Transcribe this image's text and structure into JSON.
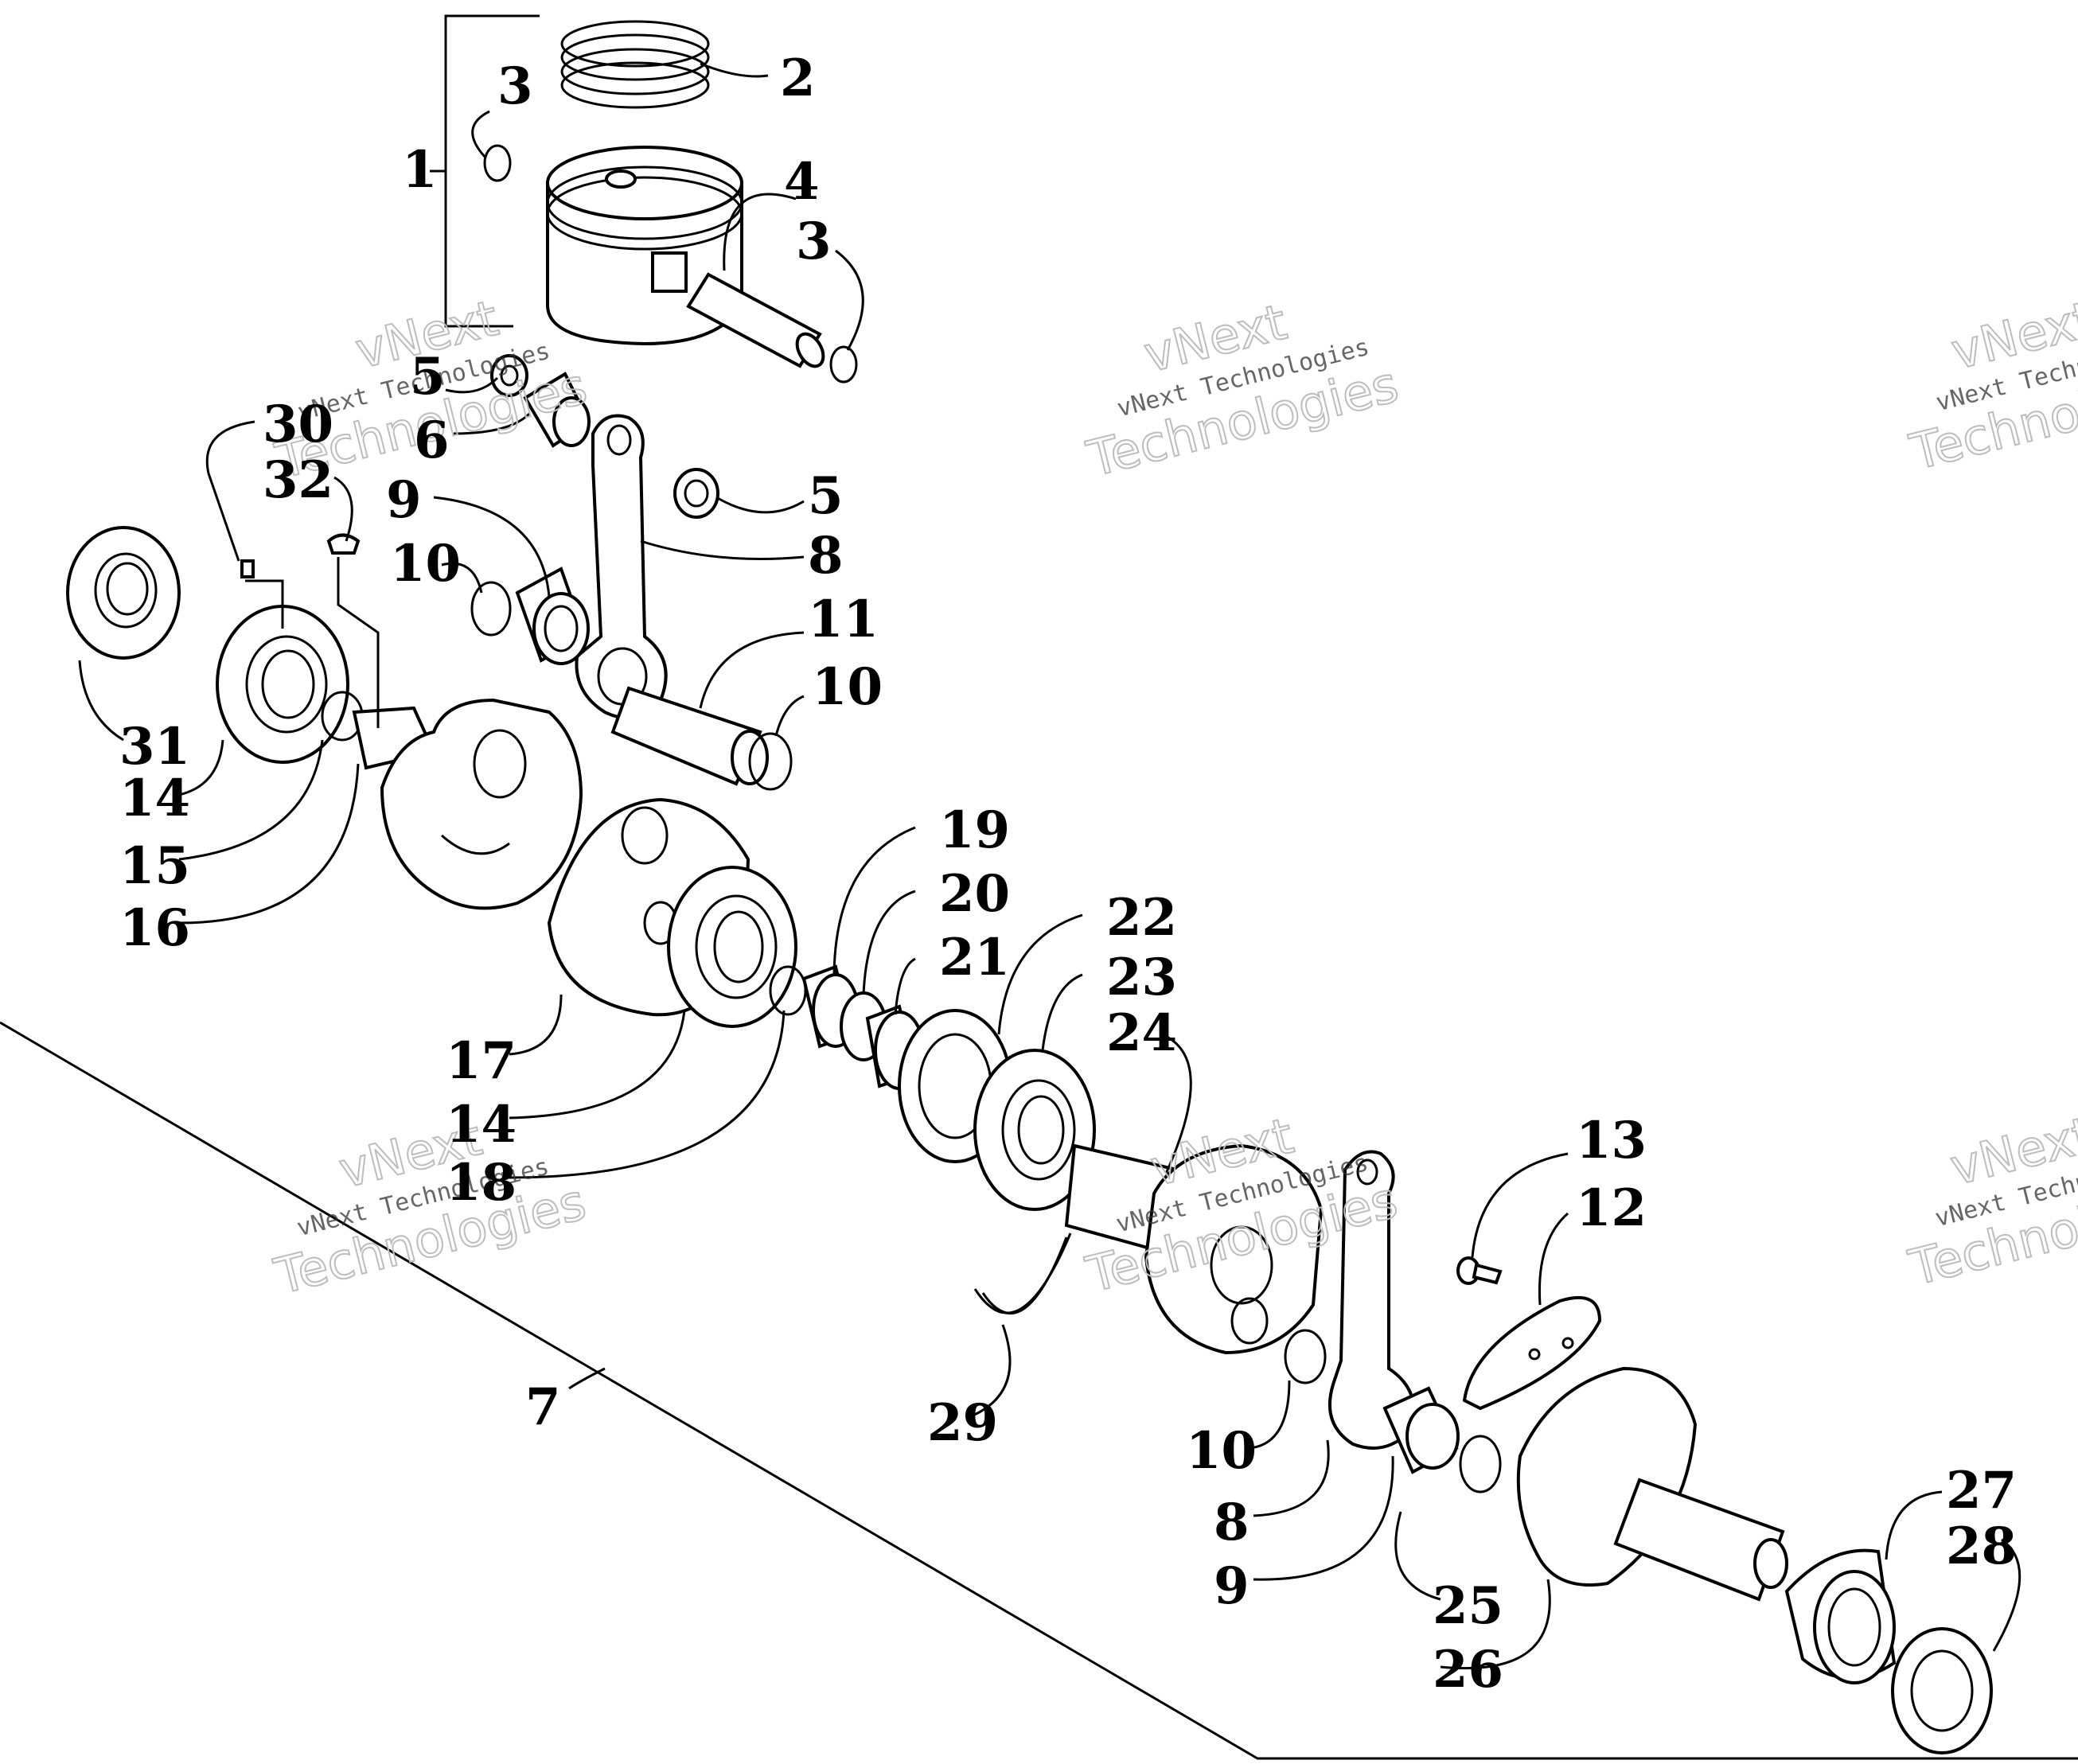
{
  "watermark": {
    "line1": "vNext",
    "line2": "vNext Technologies",
    "line3": "Technologies",
    "line2_cut": "vNext Techn",
    "line3_cut": "Technol"
  },
  "callouts": [
    {
      "id": "c1",
      "text": "1"
    },
    {
      "id": "c2",
      "text": "2"
    },
    {
      "id": "c3a",
      "text": "3"
    },
    {
      "id": "c3b",
      "text": "3"
    },
    {
      "id": "c4",
      "text": "4"
    },
    {
      "id": "c5a",
      "text": "5"
    },
    {
      "id": "c5b",
      "text": "5"
    },
    {
      "id": "c6",
      "text": "6"
    },
    {
      "id": "c7",
      "text": "7"
    },
    {
      "id": "c8a",
      "text": "8"
    },
    {
      "id": "c8b",
      "text": "8"
    },
    {
      "id": "c9a",
      "text": "9"
    },
    {
      "id": "c9b",
      "text": "9"
    },
    {
      "id": "c10a",
      "text": "10"
    },
    {
      "id": "c10b",
      "text": "10"
    },
    {
      "id": "c10c",
      "text": "10"
    },
    {
      "id": "c11",
      "text": "11"
    },
    {
      "id": "c12",
      "text": "12"
    },
    {
      "id": "c13",
      "text": "13"
    },
    {
      "id": "c14a",
      "text": "14"
    },
    {
      "id": "c14b",
      "text": "14"
    },
    {
      "id": "c15",
      "text": "15"
    },
    {
      "id": "c16",
      "text": "16"
    },
    {
      "id": "c17",
      "text": "17"
    },
    {
      "id": "c18",
      "text": "18"
    },
    {
      "id": "c19",
      "text": "19"
    },
    {
      "id": "c20",
      "text": "20"
    },
    {
      "id": "c21",
      "text": "21"
    },
    {
      "id": "c22",
      "text": "22"
    },
    {
      "id": "c23",
      "text": "23"
    },
    {
      "id": "c24",
      "text": "24"
    },
    {
      "id": "c25",
      "text": "25"
    },
    {
      "id": "c26",
      "text": "26"
    },
    {
      "id": "c27",
      "text": "27"
    },
    {
      "id": "c28",
      "text": "28"
    },
    {
      "id": "c29",
      "text": "29"
    },
    {
      "id": "c30",
      "text": "30"
    },
    {
      "id": "c31",
      "text": "31"
    },
    {
      "id": "c32",
      "text": "32"
    }
  ]
}
